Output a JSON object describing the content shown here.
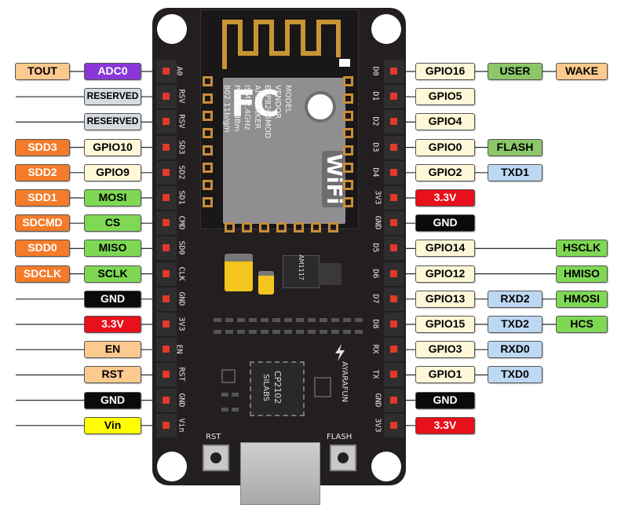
{
  "colors": {
    "orange": "#f47b2a",
    "tan": "#fcc98e",
    "purple": "#8a37d8",
    "gray": "#d6dbe2",
    "cream": "#fff8d8",
    "green": "#7fd854",
    "dark_green": "#8cc76a",
    "red": "#e8101a",
    "black": "#0a0a0a",
    "blue": "#bcd8f2",
    "yellow": "#ffff00",
    "board": "#231f20",
    "pin_red": "#e03a2a"
  },
  "left_rows": [
    {
      "pin": "A0",
      "labels": [
        {
          "text": "TOUT",
          "color": "tan"
        },
        {
          "text": "ADC0",
          "color": "purple"
        }
      ]
    },
    {
      "pin": "RSV",
      "labels": [
        {
          "text": "RESERVED",
          "color": "gray"
        }
      ]
    },
    {
      "pin": "RSV",
      "labels": [
        {
          "text": "RESERVED",
          "color": "gray"
        }
      ]
    },
    {
      "pin": "SD3",
      "labels": [
        {
          "text": "SDD3",
          "color": "orange"
        },
        {
          "text": "GPIO10",
          "color": "cream"
        }
      ]
    },
    {
      "pin": "SD2",
      "labels": [
        {
          "text": "SDD2",
          "color": "orange"
        },
        {
          "text": "GPIO9",
          "color": "cream"
        }
      ]
    },
    {
      "pin": "SD1",
      "labels": [
        {
          "text": "SDD1",
          "color": "orange"
        },
        {
          "text": "MOSI",
          "color": "green"
        }
      ]
    },
    {
      "pin": "CMD",
      "labels": [
        {
          "text": "SDCMD",
          "color": "orange"
        },
        {
          "text": "CS",
          "color": "green"
        }
      ]
    },
    {
      "pin": "SD0",
      "labels": [
        {
          "text": "SDD0",
          "color": "orange"
        },
        {
          "text": "MISO",
          "color": "green"
        }
      ]
    },
    {
      "pin": "CLK",
      "labels": [
        {
          "text": "SDCLK",
          "color": "orange"
        },
        {
          "text": "SCLK",
          "color": "green"
        }
      ]
    },
    {
      "pin": "GND",
      "labels": [
        {
          "text": "GND",
          "color": "black"
        }
      ]
    },
    {
      "pin": "3V3",
      "labels": [
        {
          "text": "3.3V",
          "color": "red"
        }
      ]
    },
    {
      "pin": "EN",
      "labels": [
        {
          "text": "EN",
          "color": "tan"
        }
      ]
    },
    {
      "pin": "RST",
      "labels": [
        {
          "text": "RST",
          "color": "tan"
        }
      ]
    },
    {
      "pin": "GND",
      "labels": [
        {
          "text": "GND",
          "color": "black"
        }
      ]
    },
    {
      "pin": "Vin",
      "labels": [
        {
          "text": "Vin",
          "color": "yellow"
        }
      ]
    }
  ],
  "right_rows": [
    {
      "pin": "D0",
      "labels": [
        {
          "text": "GPIO16",
          "color": "cream"
        },
        {
          "text": "USER",
          "color": "dark_green"
        },
        {
          "text": "WAKE",
          "color": "tan"
        }
      ]
    },
    {
      "pin": "D1",
      "labels": [
        {
          "text": "GPIO5",
          "color": "cream"
        }
      ]
    },
    {
      "pin": "D2",
      "labels": [
        {
          "text": "GPIO4",
          "color": "cream"
        }
      ]
    },
    {
      "pin": "D3",
      "labels": [
        {
          "text": "GPIO0",
          "color": "cream"
        },
        {
          "text": "FLASH",
          "color": "dark_green"
        }
      ]
    },
    {
      "pin": "D4",
      "labels": [
        {
          "text": "GPIO2",
          "color": "cream"
        },
        {
          "text": "TXD1",
          "color": "blue"
        }
      ]
    },
    {
      "pin": "3V3",
      "labels": [
        {
          "text": "3.3V",
          "color": "red"
        }
      ]
    },
    {
      "pin": "GND",
      "labels": [
        {
          "text": "GND",
          "color": "black"
        }
      ]
    },
    {
      "pin": "D5",
      "labels": [
        {
          "text": "GPIO14",
          "color": "cream"
        },
        {
          "text": "HSCLK",
          "color": "green"
        }
      ]
    },
    {
      "pin": "D6",
      "labels": [
        {
          "text": "GPIO12",
          "color": "cream"
        },
        {
          "text": "HMISO",
          "color": "green"
        }
      ]
    },
    {
      "pin": "D7",
      "labels": [
        {
          "text": "GPIO13",
          "color": "cream"
        },
        {
          "text": "RXD2",
          "color": "blue"
        },
        {
          "text": "HMOSI",
          "color": "green"
        }
      ]
    },
    {
      "pin": "D8",
      "labels": [
        {
          "text": "GPIO15",
          "color": "cream"
        },
        {
          "text": "TXD2",
          "color": "blue"
        },
        {
          "text": "HCS",
          "color": "green"
        }
      ]
    },
    {
      "pin": "RX",
      "labels": [
        {
          "text": "GPIO3",
          "color": "cream"
        },
        {
          "text": "RXD0",
          "color": "blue"
        }
      ]
    },
    {
      "pin": "TX",
      "labels": [
        {
          "text": "GPIO1",
          "color": "cream"
        },
        {
          "text": "TXD0",
          "color": "blue"
        }
      ]
    },
    {
      "pin": "GND",
      "labels": [
        {
          "text": "GND",
          "color": "black"
        }
      ]
    },
    {
      "pin": "3V3",
      "labels": [
        {
          "text": "3.3V",
          "color": "red"
        }
      ]
    }
  ],
  "module": {
    "logo": "FC",
    "lines": [
      "MODEL",
      "VENDOR",
      "ESP8266MOD",
      "AI-THINKER",
      "ISM 2.4GHz",
      "PA +25dBm",
      "802.11b/g/n"
    ],
    "wifi": "WiFi"
  },
  "regulator": "AM1117",
  "usb_chip": {
    "brand": "SILABS",
    "model": "CP2102"
  },
  "brand": "AYARAFUN",
  "buttons": {
    "left": "RST",
    "right": "FLASH"
  }
}
